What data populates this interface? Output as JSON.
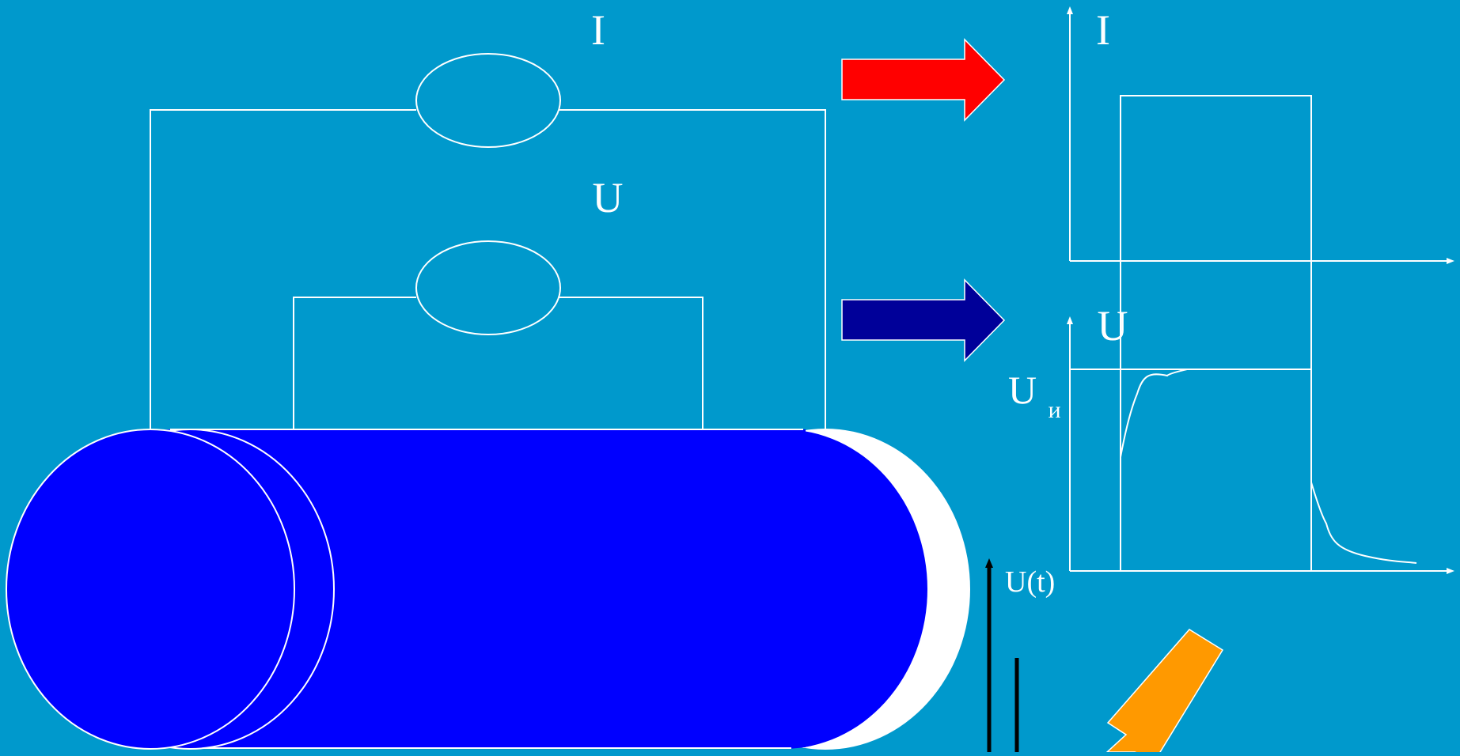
{
  "colors": {
    "background": "#0099cc",
    "wire": "#ffffff",
    "cylinder": "#0000ff",
    "arrow_current": "#ff0000",
    "arrow_voltage": "#000099",
    "arrow_down": "#ff9900",
    "pointer": "#000000"
  },
  "circuit": {
    "ammeter_label": "I",
    "voltmeter_label": "U"
  },
  "graphs": {
    "current_axis_label": "I",
    "voltage_axis_label": "U",
    "plateau_label_main": "U",
    "plateau_label_sub": "и"
  },
  "pointer": {
    "label": "U(t)"
  },
  "icons": {
    "arrow_current": "right-arrow-icon",
    "arrow_voltage": "right-arrow-icon",
    "arrow_down": "down-left-arrow-icon"
  }
}
